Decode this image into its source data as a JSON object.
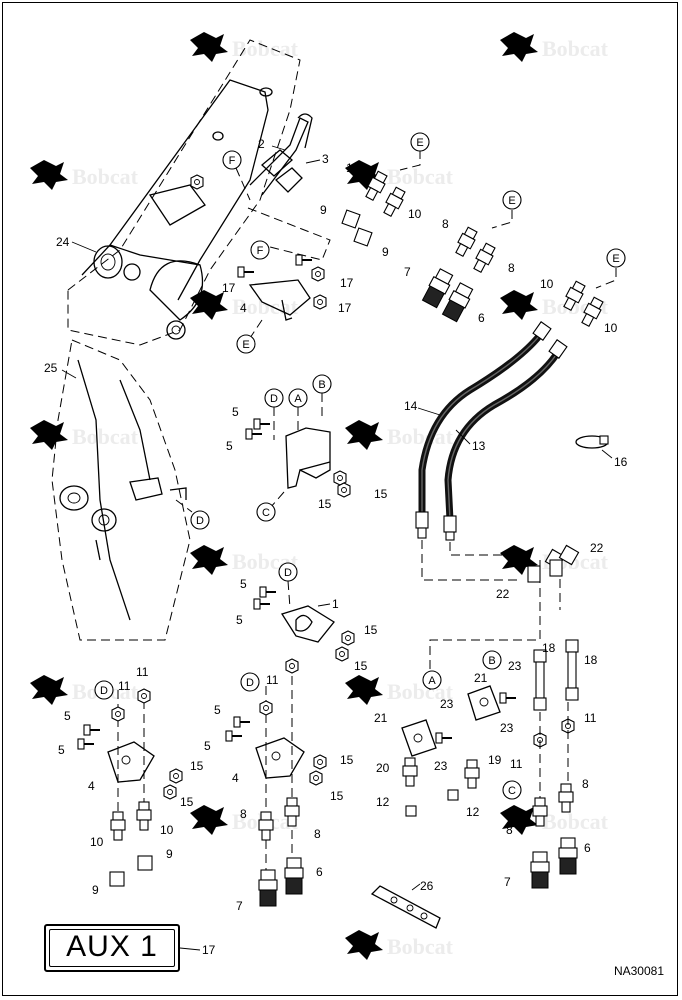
{
  "watermark": {
    "brand": "Bobcat"
  },
  "decal": {
    "label": "AUX 1",
    "fine_print": "",
    "callout": "17"
  },
  "drawing_number": "NA30081",
  "reference_letters": [
    "A",
    "B",
    "C",
    "D",
    "E",
    "F"
  ],
  "callouts": {
    "c1": "1",
    "c2": "2",
    "c3": "3",
    "c4": "4",
    "c5": "5",
    "c6": "6",
    "c7": "7",
    "c8": "8",
    "c9": "9",
    "c10": "10",
    "c11": "11",
    "c12": "12",
    "c13": "13",
    "c14": "14",
    "c15": "15",
    "c16": "16",
    "c17": "17",
    "c18": "18",
    "c19": "19",
    "c20": "20",
    "c21": "21",
    "c22": "22",
    "c23": "23",
    "c24": "24",
    "c25": "25",
    "c26": "26"
  }
}
